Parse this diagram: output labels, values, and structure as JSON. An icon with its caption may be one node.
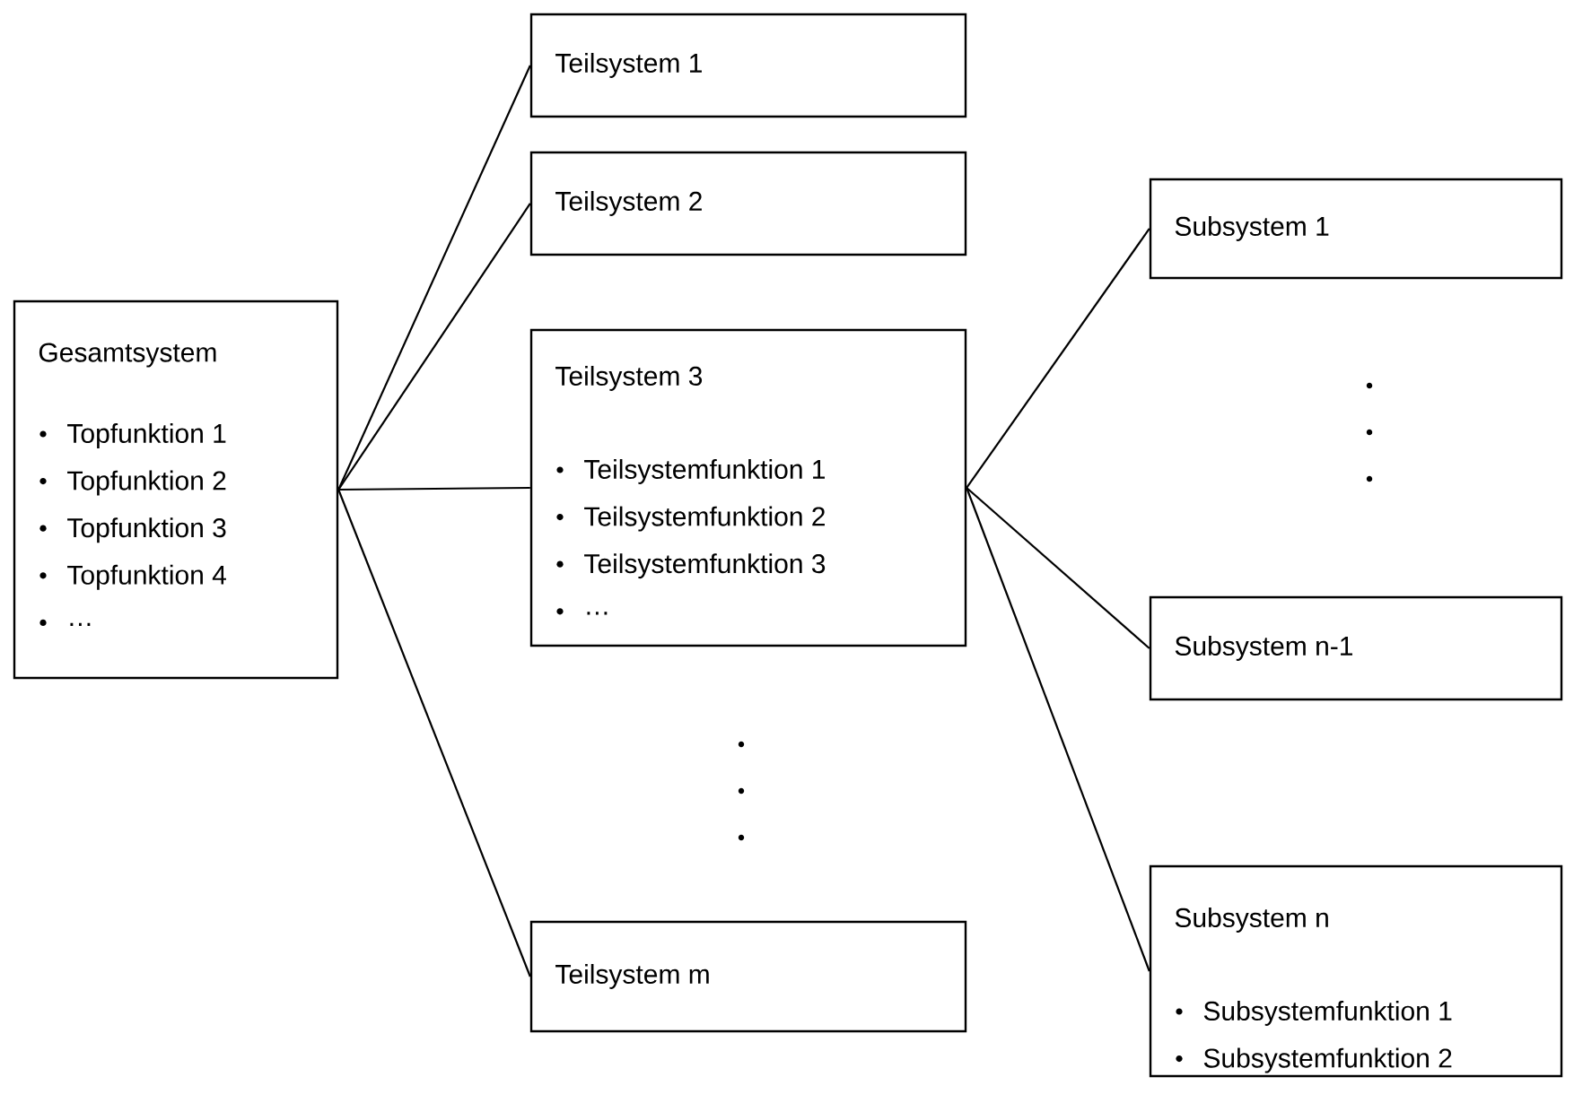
{
  "diagram": {
    "nodes": [
      {
        "text": [
          "Gesamtsystem",
          "Topfunktion 1",
          "Topfunktion 2",
          "Topfunktion 3",
          "Topfunktion 4",
          "…"
        ]
      },
      {
        "text": [
          "Teilsystem 1"
        ]
      },
      {
        "text": [
          "Teilsystem 2"
        ]
      },
      {
        "text": [
          "Teilsystem 3",
          "Teilsystemfunktion 1",
          "Teilsystemfunktion 2",
          "Teilsystemfunktion 3",
          "…"
        ]
      },
      {
        "text": [
          "Teilsystem m"
        ]
      },
      {
        "text": [
          "Subsystem 1"
        ]
      },
      {
        "text": [
          "Subsystem n-1"
        ]
      },
      {
        "text": [
          "Subsystem n",
          "Subsystemfunktion 1",
          "Subsystemfunktion 2"
        ]
      }
    ],
    "edges": [
      {
        "from": 0,
        "to": 1,
        "arrow": "none"
      },
      {
        "from": 0,
        "to": 2,
        "arrow": "none"
      },
      {
        "from": 0,
        "to": 3,
        "arrow": "none"
      },
      {
        "from": 0,
        "to": 4,
        "arrow": "none"
      },
      {
        "from": 3,
        "to": 5,
        "arrow": "none"
      },
      {
        "from": 3,
        "to": 6,
        "arrow": "none"
      },
      {
        "from": 3,
        "to": 7,
        "arrow": "none"
      }
    ]
  }
}
